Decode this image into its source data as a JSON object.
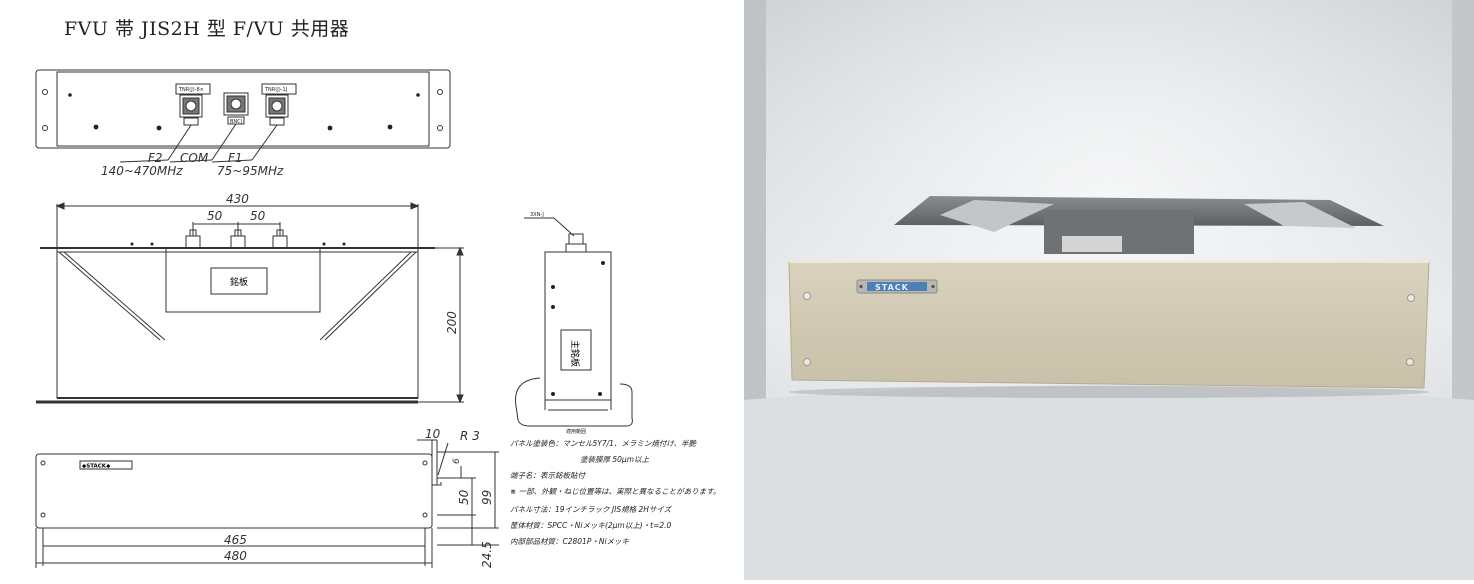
{
  "title": "FVU 帯 JIS2H 型 F/VU 共用器",
  "front_view": {
    "port_f2_tag": "TNR(J)-8×",
    "port_com_tag": "BNCJ",
    "port_f1_tag": "TNR(J)-1J",
    "f2_label": "F2",
    "com_label": "COM",
    "f1_label": "F1",
    "f2_freq": "140~470MHz",
    "f1_freq": "75~95MHz"
  },
  "top_view": {
    "dim_width": "430",
    "dim_spacing_left": "50",
    "dim_spacing_right": "50",
    "dim_depth": "200",
    "nameplate": "銘板"
  },
  "side_view": {
    "connector_label": "3XN-J",
    "main_plate": "主銘板",
    "mount_label": "適用範囲"
  },
  "panel_view": {
    "logo": "◆STACK◆",
    "dim_panel_width": "465",
    "dim_total_width": "480",
    "dim_flange": "10",
    "dim_radius": "R 3",
    "dim_hole_offset": "6",
    "dim_hole_spacing": "50",
    "dim_height": "99",
    "dim_bottom": "24.5"
  },
  "notes": [
    "パネル塗装色：マンセル5Y7/1、メラミン焼付け、半艶",
    "塗装膜厚 50μm以上",
    "端子名：表示銘板貼付",
    "※ 一部、外観・ねじ位置等は、実際と異なることがあります。",
    "パネル寸法：19インチラック JIS規格 2Hサイズ",
    "筐体材質：SPCC・Niメッキ(2μm以上)・t=2.0",
    "内部部品材質：C2801P・Niメッキ"
  ],
  "photo": {
    "brand": "STACK"
  }
}
